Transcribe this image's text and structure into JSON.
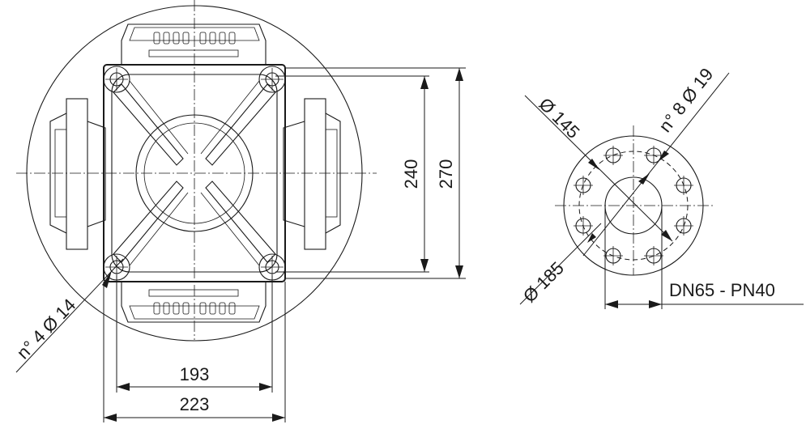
{
  "left_view": {
    "dim_width_inner": "193",
    "dim_width_outer": "223",
    "dim_height_inner": "240",
    "dim_height_outer": "270",
    "hole_callout": "n° 4 Ø 14"
  },
  "right_view": {
    "flange_outer_diameter": "Ø 185",
    "bolt_circle_diameter": "Ø 145",
    "bolt_holes": "n° 8 Ø 19",
    "flange_standard": "DN65 - PN40"
  }
}
